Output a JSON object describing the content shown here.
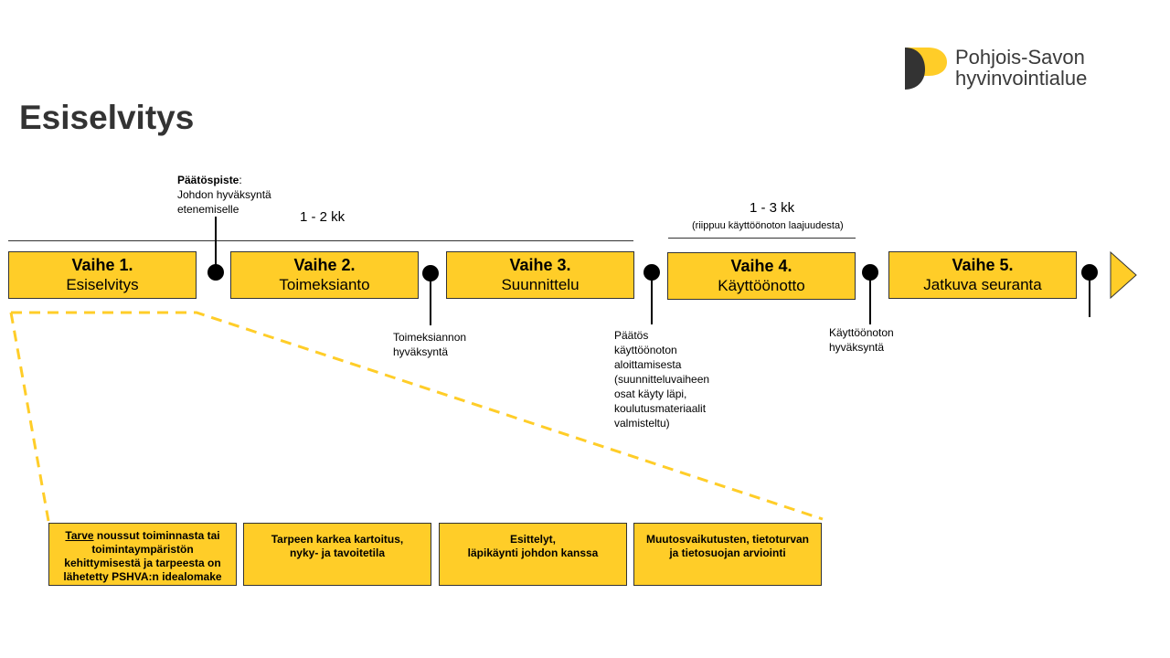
{
  "title": "Esiselvitys",
  "logo": {
    "line1": "Pohjois-Savon",
    "line2": "hyvinvointialue"
  },
  "decision_point": {
    "label_bold": "Päätöspiste",
    "label_suffix": ":",
    "line2": "Johdon  hyväksyntä",
    "line3": "etenemiselle"
  },
  "durations": {
    "d1": "1 - 2 kk",
    "d2": "1 - 3 kk",
    "d2_note": "(riippuu käyttöönoton laajuudesta)"
  },
  "phases": [
    {
      "num": "Vaihe 1.",
      "name": "Esiselvitys"
    },
    {
      "num": "Vaihe 2.",
      "name": "Toimeksianto"
    },
    {
      "num": "Vaihe 3.",
      "name": "Suunnittelu"
    },
    {
      "num": "Vaihe 4.",
      "name": "Käyttöönotto"
    },
    {
      "num": "Vaihe 5.",
      "name": "Jatkuva seuranta"
    }
  ],
  "milestones": {
    "m2": [
      "Toimeksiannon",
      "hyväksyntä"
    ],
    "m3": [
      "Päätös",
      "käyttöönoton",
      "aloittamisesta",
      "(suunnitteluvaiheen",
      "osat käyty läpi,",
      "koulutusmateriaalit",
      "valmisteltu)"
    ],
    "m4": [
      "Käyttöönoton",
      "hyväksyntä"
    ]
  },
  "tasks": {
    "t1": {
      "underlined": "Tarve",
      "rest": " noussut toiminnasta tai",
      "line2": "toimintaympäristön",
      "line3": "kehittymisestä ja tarpeesta on",
      "line4": "lähetetty PSHVA:n  idealomake"
    },
    "t2": {
      "line1": "Tarpeen karkea kartoitus,",
      "line2": "nyky-  ja tavoitetila"
    },
    "t3": {
      "line1": "Esittelyt,",
      "line2": "läpikäynti johdon kanssa"
    },
    "t4": {
      "line1": "Muutosvaikutusten, tietoturvan",
      "line2": "ja tietosuojan arviointi"
    }
  },
  "colors": {
    "accent": "#FFCD28",
    "dark": "#333333"
  }
}
